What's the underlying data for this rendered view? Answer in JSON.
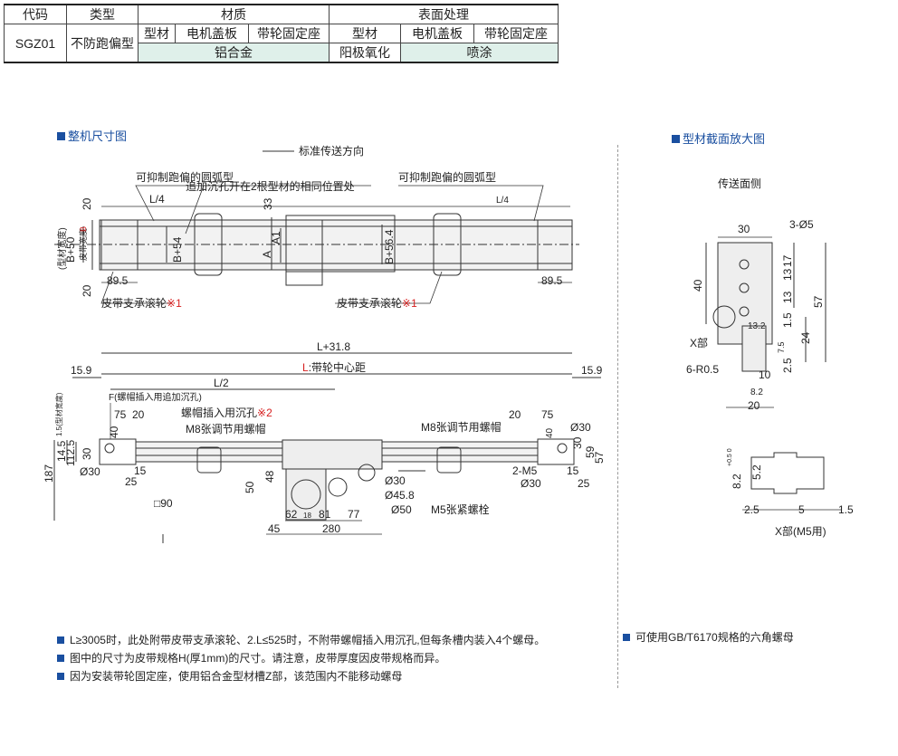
{
  "table": {
    "h_code": "代码",
    "h_type": "类型",
    "h_material": "材质",
    "h_surface": "表面处理",
    "sub_profile": "型材",
    "sub_cover": "电机盖板",
    "sub_seat": "带轮固定座",
    "sub_profile2": "型材",
    "sub_cover2": "电机盖板",
    "sub_seat2": "带轮固定座",
    "code": "SGZ01",
    "type": "不防跑偏型",
    "mat_value": "铝合金",
    "surf_anod": "阳极氧化",
    "surf_paint": "喷涂"
  },
  "sections": {
    "overall": "整机尺寸图",
    "profile": "型材截面放大图"
  },
  "top_view": {
    "direction": "标准传送方向",
    "arc_left": "可抑制跑偏的圆弧型",
    "arc_right": "可抑制跑偏的圆弧型",
    "extra_hole": "追加沉孔开在2根型材的相同位置处",
    "l4": "L/4",
    "l4r": "L/4",
    "d20a": "20",
    "d20b": "20",
    "d33": "33",
    "bp50": "B+50",
    "bp54": "B+54",
    "bp564": "B+56.4",
    "a": "A",
    "a1": "A1",
    "side_label": "(型材宽度)",
    "belt_label": "皮带宽度",
    "b": "B",
    "d895a": "89.5",
    "d895b": "89.5",
    "roller_l": "皮带支承滚轮",
    "roller_r": "皮带支承滚轮",
    "mark1": "※1",
    "mark1r": "※1"
  },
  "front_view": {
    "lp318": "L+31.8",
    "lcenter": "L",
    "lcenter_txt": ":带轮中心距",
    "d159a": "15.9",
    "d159b": "15.9",
    "l2": "L/2",
    "f_label": "F(螺帽插入用追加沉孔)",
    "d75a": "75",
    "d20c": "20",
    "d20d": "20",
    "d75b": "75",
    "nut_hole": "螺帽插入用沉孔",
    "mark2": "※2",
    "m8l": "M8张调节用螺帽",
    "m8r": "M8张调节用螺帽",
    "d40a": "40",
    "d40b": "40",
    "d145": "14.5",
    "d1125": "112.5",
    "d30a": "30",
    "d187": "187",
    "phi30a": "Ø30",
    "d15a": "15",
    "d25a": "25",
    "d30side": "1.5(型材宽度)",
    "d30b": "30",
    "d57": "57",
    "d59": "59",
    "phi30b": "Ø30",
    "m5": "2-M5",
    "phi30c": "Ø30",
    "d15b": "15",
    "d25b": "25",
    "sq90": "□90",
    "d48": "48",
    "d50": "50",
    "phi30d": "Ø30",
    "phi458": "Ø45.8",
    "phi50": "Ø50",
    "m5bolt": "M5张紧螺栓",
    "d62": "62",
    "d18": "18",
    "d81": "81",
    "d77": "77",
    "d45": "45",
    "d280": "280"
  },
  "section_view": {
    "side": "传送面侧",
    "d30": "30",
    "hole": "3-Ø5",
    "d40": "40",
    "d57": "57",
    "d17": "17",
    "d13a": "13",
    "d13b": "13",
    "d132": "13.2",
    "d15": "1.5",
    "d75": "7.5",
    "d24": "24",
    "d25": "2.5",
    "d10": "10",
    "d82": "8.2",
    "d20": "20",
    "x_part": "X部",
    "r05": "6-R0.5"
  },
  "detail_view": {
    "d82": "8.2",
    "tol": "+0.5 0",
    "d52": "5.2",
    "d25": "2.5",
    "d5": "5",
    "d15": "1.5",
    "caption": "X部(M5用)"
  },
  "notes": [
    "L≥3005时，此处附带皮带支承滚轮、2.L≤525时，不附带螺帽插入用沉孔,但每条槽内装入4个螺母。",
    "图中的尺寸为皮带规格H(厚1mm)的尺寸。请注意，皮带厚度因皮带规格而异。",
    "因为安装带轮固定座，使用铝合金型材槽Z部，该范围内不能移动螺母"
  ],
  "right_note": "可使用GB/T6170规格的六角螺母",
  "colors": {
    "accent": "#1a4fa0",
    "table_fill": "#dff0ea",
    "mark": "#d62020"
  }
}
